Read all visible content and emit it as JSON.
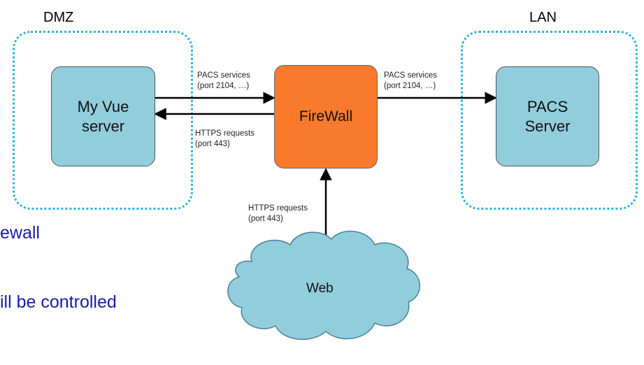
{
  "zones": {
    "dmz": "DMZ",
    "lan": "LAN"
  },
  "nodes": {
    "myvue": "My Vue\nserver",
    "firewall": "FireWall",
    "pacs": "PACS\nServer",
    "web": "Web"
  },
  "edges": {
    "pacs_left": {
      "line1": "PACS services",
      "line2": "(port 2104, …)"
    },
    "https_left": {
      "line1": "HTTPS requests",
      "line2": "(port 443)"
    },
    "pacs_right": {
      "line1": "PACS services",
      "line2": "(port 2104, …)"
    },
    "https_web": {
      "line1": "HTTPS requests",
      "line2": "(port 443)"
    }
  },
  "slide_text": {
    "line1": "ewall",
    "line2": "ill be controlled"
  },
  "colors": {
    "server_fill": "#92cddc",
    "firewall_fill": "#f97a2c",
    "zone_border": "#2db3e0",
    "slide_text": "#1a1aa6"
  }
}
